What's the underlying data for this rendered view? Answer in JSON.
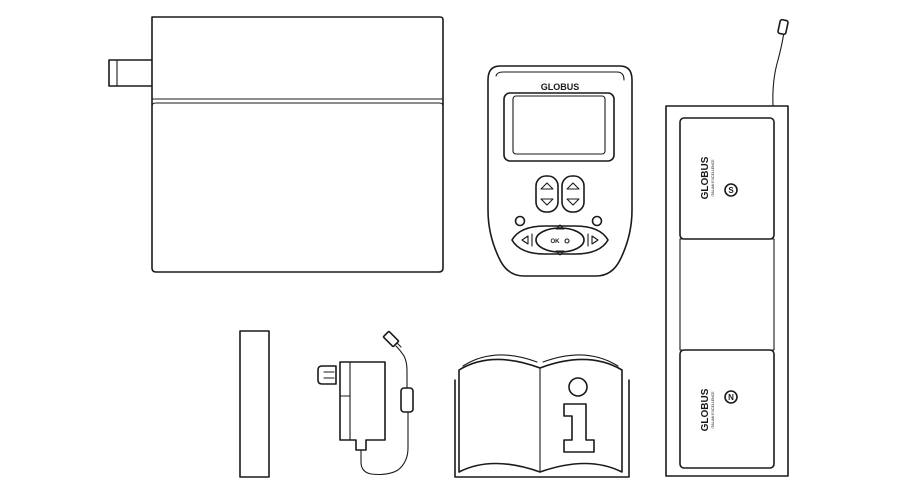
{
  "device": {
    "brand": "GLOBUS",
    "ok_label": "OK"
  },
  "electrode_pad": {
    "brand": "GLOBUS",
    "tagline": "ITALIAN EXCELLENCE",
    "pole_top": "S",
    "pole_bottom": "N"
  },
  "colors": {
    "line": "#1a1a1a",
    "background": "#ffffff"
  },
  "icons": [
    "carry-case-icon",
    "stimulator-device-icon",
    "magnetic-pad-icon",
    "cable-wrap-icon",
    "power-adapter-icon",
    "manual-book-icon",
    "info-icon"
  ]
}
